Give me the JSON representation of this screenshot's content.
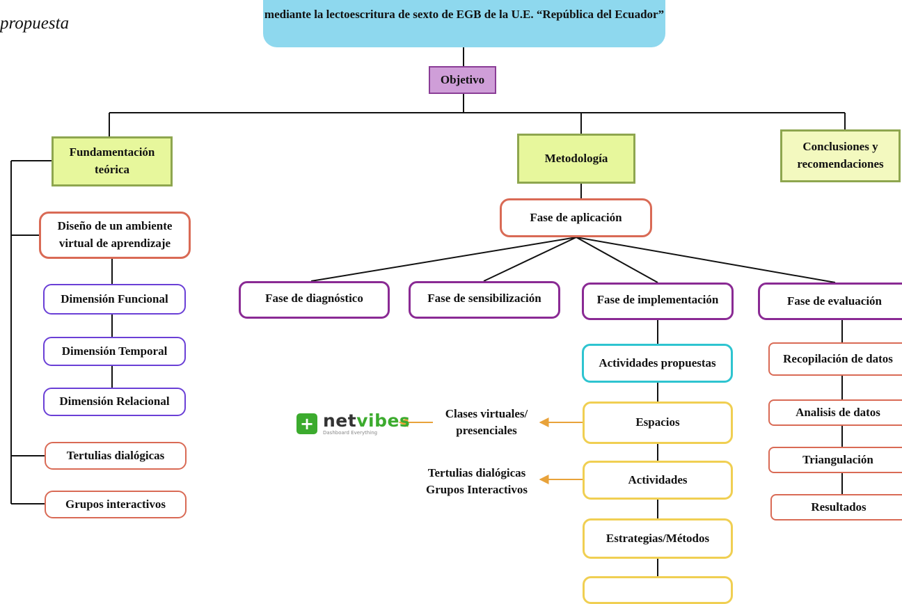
{
  "caption": "propuesta",
  "title": "mediante la lectoescritura de sexto de EGB de la U.E. “República del Ecuador”",
  "objetivo": "Objetivo",
  "branches": {
    "fundamentacion": "Fundamentación teórica",
    "metodologia": "Metodología",
    "conclusiones": "Conclusiones y recomendaciones"
  },
  "fundamentacion_items": {
    "ambiente": "Diseño de un ambiente virtual de aprendizaje",
    "funcional": "Dimensión Funcional",
    "temporal": "Dimensión Temporal",
    "relacional": "Dimensión Relacional",
    "tertulias": "Tertulias dialógicas",
    "grupos": "Grupos interactivos"
  },
  "fases": {
    "aplicacion": "Fase de aplicación",
    "diagnostico": "Fase de diagnóstico",
    "sensibilizacion": "Fase de sensibilización",
    "implementacion": "Fase de implementación",
    "evaluacion": "Fase de evaluación"
  },
  "implementacion": {
    "actividades_propuestas": "Actividades propuestas",
    "espacios": "Espacios",
    "actividades": "Actividades",
    "estrategias": "Estrategias/Métodos"
  },
  "notes": {
    "clases": "Clases virtuales/ presenciales",
    "tertulias_grupos_1": "Tertulias dialógicas",
    "tertulias_grupos_2": "Grupos Interactivos"
  },
  "logo": {
    "name_a": "net",
    "name_b": "vibes",
    "tagline": "Dashboard Everything",
    "plus": "+"
  },
  "evaluacion": {
    "recopilacion": "Recopilación de datos",
    "analisis": "Analisis de datos",
    "triangulacion": "Triangulación",
    "resultados": "Resultados"
  },
  "colors": {
    "arrow": "#e8a23a",
    "line": "#111111"
  }
}
